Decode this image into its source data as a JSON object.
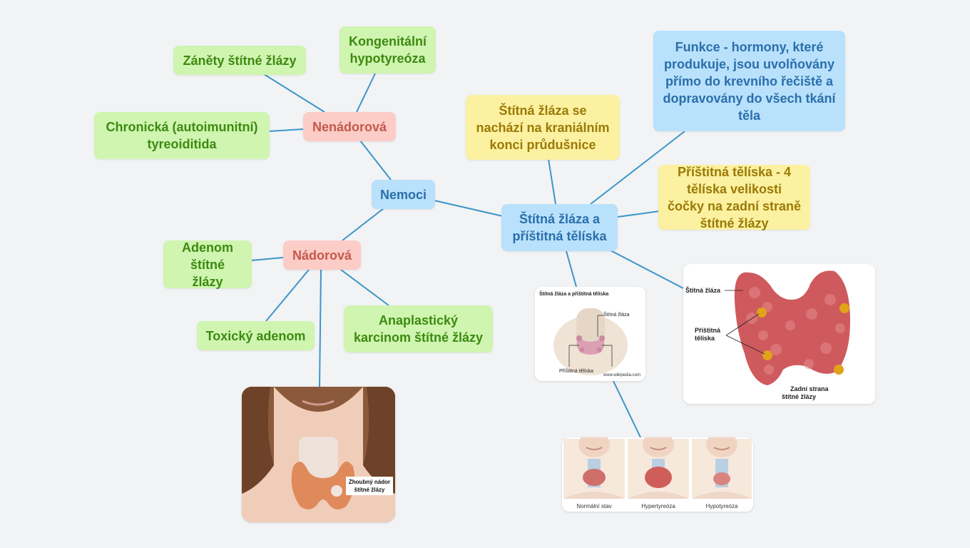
{
  "nodes": {
    "nemoci": "Nemoci",
    "nenadorova": "Nenádorová",
    "nadorova": "Nádorová",
    "zanety": "Záněty štítné žlázy",
    "kongenitalni": "Kongenitální hypotyreóza",
    "chronicka": "Chronická (autoimunitní) tyreoiditida",
    "adenom": "Adenom štítné žlázy",
    "toxicky": "Toxický adenom",
    "anaplasticky": "Anaplastický karcinom štítné žlázy",
    "stitna_main": "Štítná žláza a příštitná tělíska",
    "umisteni": "Štítná žláza se nachází na kraniálním konci průdušnice",
    "funkce": "Funkce - hormony, které produkuje, jsou uvolňovány přímo do krevního řečiště a dopravovány do všech tkání těla",
    "pristitna": "Příštitná tělíska - 4 tělíska velikosti čočky na zadní straně štítné žlázy"
  },
  "images": {
    "wiki": {
      "title": "Štítná žláza a příštitná tělíska",
      "label_thyroid": "Štítná žláza",
      "label_parathyroid": "Příštitná tělíska",
      "source": "www.wikipedia.com"
    },
    "back": {
      "label_thyroid": "Štítná žláza",
      "label_parathyroid_1": "Příštitná",
      "label_parathyroid_2": "tělíska",
      "label_back_1": "Zadní strana",
      "label_back_2": "štítné žlázy"
    },
    "states": {
      "normal": "Normální stav",
      "hyper": "Hypertyreóza",
      "hypo": "Hypotyreóza"
    },
    "tumor": {
      "label_1": "Zhoubný nádor",
      "label_2": "štítné žlázy"
    }
  },
  "colors": {
    "link": "#3d95c9",
    "green_bg": "#cff5b0",
    "pink_bg": "#fcccc7",
    "blue_bg": "#b9e1fb",
    "yellow_bg": "#fbf1a0"
  }
}
